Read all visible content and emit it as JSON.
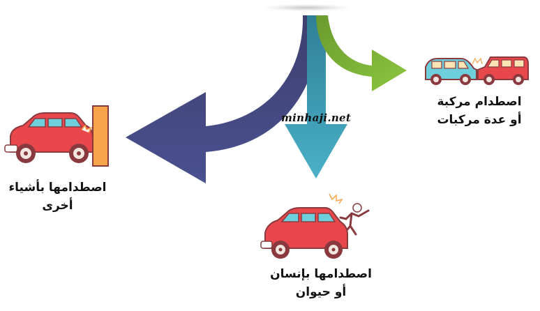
{
  "watermark": "minhaji.net",
  "colors": {
    "left_arrow": "#434779",
    "down_arrow": "#3fa0b6",
    "right_arrow": "#7fb33a",
    "car_red": "#e8484c",
    "car_blue": "#6dcfdc",
    "wall_orange": "#f7a54a",
    "outline": "#8a3a3f"
  },
  "branches": [
    {
      "id": "objects",
      "direction": "left",
      "icon": "car-hitting-wall-icon",
      "label_line1": "اصطدامها بأشياء",
      "label_line2": "أخرى"
    },
    {
      "id": "person",
      "direction": "down",
      "icon": "car-hitting-pedestrian-icon",
      "label_line1": "اصطدامها بإنسان",
      "label_line2": "أو حيوان"
    },
    {
      "id": "vehicles",
      "direction": "right",
      "icon": "two-cars-collision-icon",
      "label_line1": "اصطدام مركبة",
      "label_line2": "أو عدة مركبات"
    }
  ]
}
